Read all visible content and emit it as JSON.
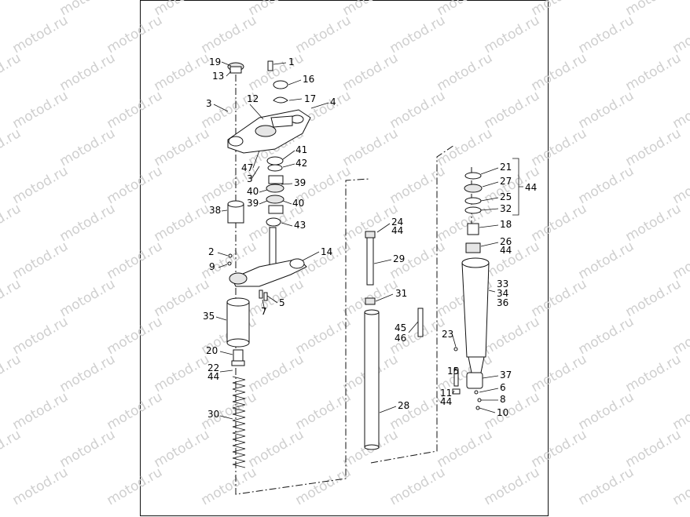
{
  "watermark": "motod.ru",
  "callouts": {
    "c1": "1",
    "c2": "2",
    "c3a": "3",
    "c3b": "3",
    "c4": "4",
    "c5": "5",
    "c6": "6",
    "c7": "7",
    "c8": "8",
    "c9": "9",
    "c10": "10",
    "c11": "11",
    "c12": "12",
    "c13": "13",
    "c14": "14",
    "c15": "15",
    "c16": "16",
    "c17": "17",
    "c18": "18",
    "c19": "19",
    "c20": "20",
    "c21": "21",
    "c22": "22",
    "c23": "23",
    "c24": "24",
    "c25": "25",
    "c26": "26",
    "c27": "27",
    "c28": "28",
    "c29": "29",
    "c30": "30",
    "c31": "31",
    "c32": "32",
    "c33": "33",
    "c34": "34",
    "c35": "35",
    "c36": "36",
    "c37": "37",
    "c38": "38",
    "c39a": "39",
    "c39b": "39",
    "c40a": "40",
    "c40b": "40",
    "c41": "41",
    "c42": "42",
    "c43": "43",
    "c44a": "44",
    "c44b": "44",
    "c44c": "44",
    "c44d": "44",
    "c44e": "44",
    "c45": "45",
    "c46": "46",
    "c47": "47"
  }
}
